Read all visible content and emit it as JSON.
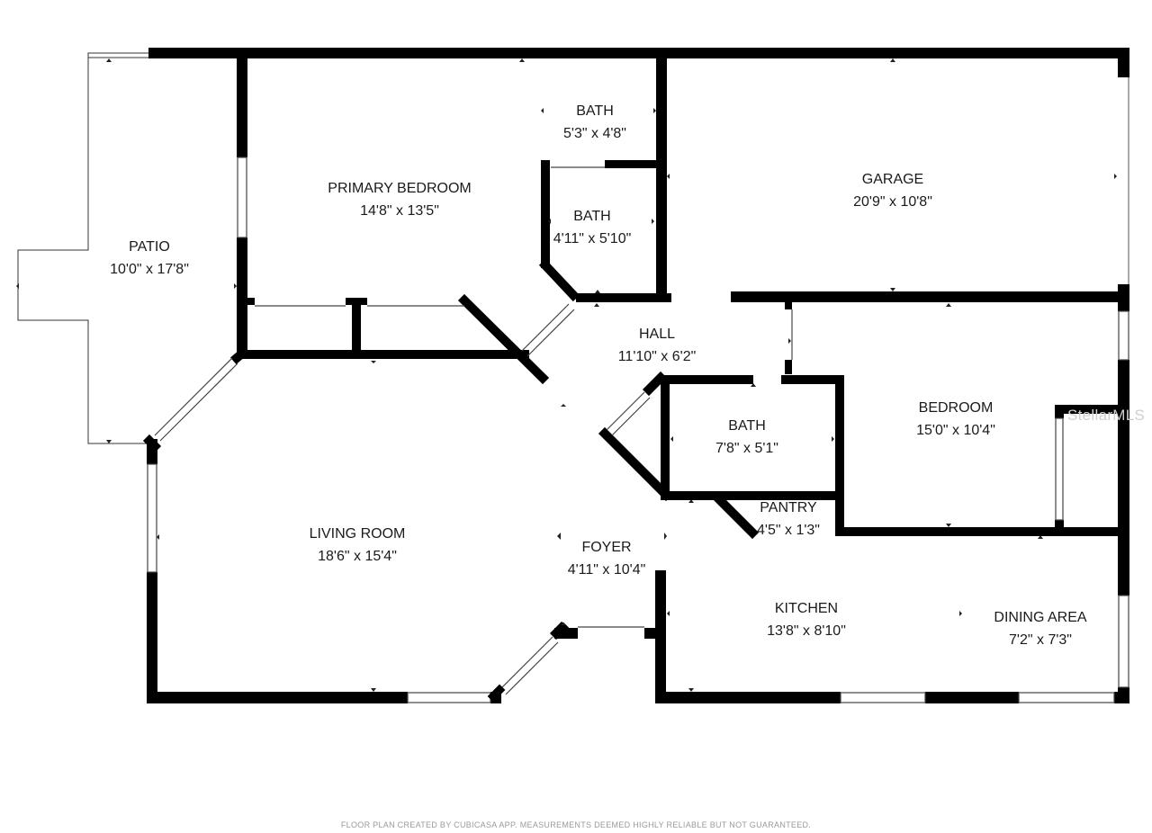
{
  "rooms": {
    "patio": {
      "name": "PATIO",
      "size": "10'0\" x 17'8\""
    },
    "primary": {
      "name": "PRIMARY BEDROOM",
      "size": "14'8\" x 13'5\""
    },
    "bath1": {
      "name": "BATH",
      "size": "5'3\" x 4'8\""
    },
    "bath2": {
      "name": "BATH",
      "size": "4'11\" x 5'10\""
    },
    "garage": {
      "name": "GARAGE",
      "size": "20'9\" x 10'8\""
    },
    "hall": {
      "name": "HALL",
      "size": "11'10\" x 6'2\""
    },
    "bath3": {
      "name": "BATH",
      "size": "7'8\" x 5'1\""
    },
    "bedroom": {
      "name": "BEDROOM",
      "size": "15'0\" x 10'4\""
    },
    "pantry": {
      "name": "PANTRY",
      "size": "4'5\" x 1'3\""
    },
    "living": {
      "name": "LIVING ROOM",
      "size": "18'6\" x 15'4\""
    },
    "foyer": {
      "name": "FOYER",
      "size": "4'11\" x 10'4\""
    },
    "kitchen": {
      "name": "KITCHEN",
      "size": "13'8\" x 8'10\""
    },
    "dining": {
      "name": "DINING AREA",
      "size": "7'2\" x 7'3\""
    }
  },
  "watermark": "StellarMLS",
  "footer": "FLOOR PLAN CREATED BY CUBICASA APP. MEASUREMENTS DEEMED HIGHLY RELIABLE BUT NOT GUARANTEED."
}
